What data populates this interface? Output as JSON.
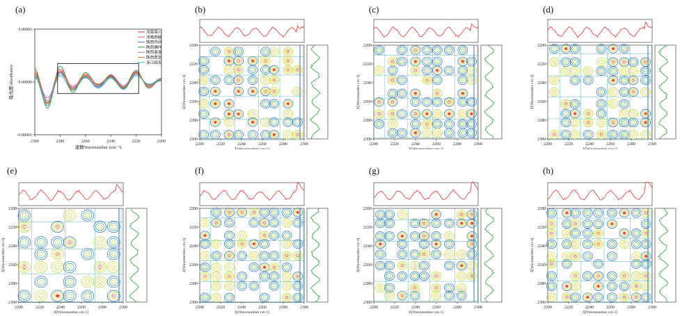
{
  "panels": [
    {
      "id": "a",
      "label": "(a)"
    },
    {
      "id": "b",
      "label": "(b)"
    },
    {
      "id": "c",
      "label": "(c)"
    },
    {
      "id": "d",
      "label": "(d)"
    },
    {
      "id": "e",
      "label": "(e)"
    },
    {
      "id": "f",
      "label": "(f)"
    },
    {
      "id": "g",
      "label": "(g)"
    },
    {
      "id": "h",
      "label": "(h)"
    }
  ],
  "chart_data": [
    {
      "type": "line",
      "panel": "a",
      "xlabel": "波数Wavenumber (cm⁻¹)",
      "ylabel": "吸光度Absorbance",
      "xlim": [
        2300,
        2200
      ],
      "ylim": [
        -1e-05,
        1e-05
      ],
      "x_ticks": [
        "2300",
        "2280",
        "2260",
        "2240",
        "2220",
        "2200"
      ],
      "y_ticks": [
        "0.00001",
        "0.00000",
        "-0.00001"
      ],
      "x": [
        2300,
        2290,
        2280,
        2270,
        2260,
        2250,
        2240,
        2230,
        2220,
        2210,
        2200
      ],
      "series": [
        {
          "name": "河南栾川",
          "color": "#c0392b",
          "values": [
            1.5e-06,
            -4e-06,
            2e-06,
            -1.5e-06,
            1.2e-06,
            -5e-07,
            1e-06,
            -1.2e-06,
            1.8e-06,
            -8e-07,
            5e-07
          ]
        },
        {
          "name": "河南西峡",
          "color": "#e74c8c",
          "values": [
            2e-06,
            -3.5e-06,
            2.5e-06,
            -1e-06,
            1.5e-06,
            -8e-07,
            1.3e-06,
            -9e-07,
            2e-06,
            -1e-06,
            4e-07
          ]
        },
        {
          "name": "陕西丹凤",
          "color": "#3a7bd5",
          "values": [
            1e-06,
            -4.5e-06,
            1.8e-06,
            -1.2e-06,
            1e-06,
            -1e-06,
            9e-07,
            -1.4e-06,
            1.5e-06,
            -5e-07,
            6e-07
          ]
        },
        {
          "name": "陕西佛坪",
          "color": "#2e9e44",
          "values": [
            2.5e-06,
            -5e-06,
            3e-06,
            -2e-06,
            1.8e-06,
            -6e-07,
            1.1e-06,
            -1e-06,
            2.2e-06,
            -1.2e-06,
            7e-07
          ]
        },
        {
          "name": "陕西商洛",
          "color": "#a569bd",
          "values": [
            1.2e-06,
            -3e-06,
            1.5e-06,
            -8e-07,
            8e-07,
            -9e-07,
            1.4e-06,
            -7e-07,
            1.6e-06,
            -6e-07,
            3e-07
          ]
        },
        {
          "name": "陕西周至",
          "color": "#e67e22",
          "values": [
            1.8e-06,
            -4.2e-06,
            2.2e-06,
            -1.3e-06,
            1.3e-06,
            -4e-07,
            1.2e-06,
            -1.1e-06,
            1.9e-06,
            -9e-07,
            5e-07
          ]
        },
        {
          "name": "浙江临安",
          "color": "#1abc9c",
          "values": [
            8e-07,
            -3.8e-06,
            1.2e-06,
            -1.6e-06,
            9e-07,
            -1.2e-06,
            7e-07,
            -1.3e-06,
            1.2e-06,
            -4e-07,
            2e-07
          ]
        }
      ]
    },
    {
      "type": "heatmap",
      "panel": "b",
      "title": "",
      "xlabel": "X[Wavenumber cm-1]",
      "ylabel": "Z[Wavenumber cm-1]",
      "xlim": [
        2200,
        2300
      ],
      "ylim": [
        2200,
        2300
      ],
      "x_ticks": [
        "2200",
        "2220",
        "2240",
        "2260",
        "2280",
        "2300"
      ],
      "y_ticks": [
        "2200",
        "2220",
        "2240",
        "2260",
        "2280",
        "2300"
      ]
    },
    {
      "type": "heatmap",
      "panel": "c",
      "title": "",
      "xlabel": "X[Wavenumber cm-1]",
      "ylabel": "Z[Wavenumber cm-1]",
      "xlim": [
        2200,
        2300
      ],
      "ylim": [
        2200,
        2300
      ],
      "x_ticks": [
        "2200",
        "2220",
        "2240",
        "2260",
        "2280",
        "2300"
      ],
      "y_ticks": [
        "2200",
        "2220",
        "2240",
        "2260",
        "2280",
        "2300"
      ]
    },
    {
      "type": "heatmap",
      "panel": "d",
      "title": "",
      "xlabel": "X[Wavenumber cm-1]",
      "ylabel": "Z[Wavenumber cm-1]",
      "xlim": [
        2200,
        2300
      ],
      "ylim": [
        2200,
        2300
      ],
      "x_ticks": [
        "2200",
        "2220",
        "2240",
        "2260",
        "2280",
        "2300"
      ],
      "y_ticks": [
        "2200",
        "2220",
        "2240",
        "2260",
        "2280",
        "2300"
      ]
    },
    {
      "type": "heatmap",
      "panel": "e",
      "title": "",
      "xlabel": "X[Wavenumber cm-1]",
      "ylabel": "Z[Wavenumber cm-1]",
      "xlim": [
        2200,
        2300
      ],
      "ylim": [
        2200,
        2300
      ],
      "x_ticks": [
        "2200",
        "2220",
        "2240",
        "2260",
        "2280",
        "2300"
      ],
      "y_ticks": [
        "2200",
        "2220",
        "2240",
        "2260",
        "2280",
        "2300"
      ]
    },
    {
      "type": "heatmap",
      "panel": "f",
      "title": "",
      "xlabel": "X[Wavenumber cm-1]",
      "ylabel": "Z[Wavenumber cm-1]",
      "xlim": [
        2200,
        2300
      ],
      "ylim": [
        2200,
        2300
      ],
      "x_ticks": [
        "2200",
        "2220",
        "2240",
        "2260",
        "2280",
        "2300"
      ],
      "y_ticks": [
        "2200",
        "2220",
        "2240",
        "2260",
        "2280",
        "2300"
      ]
    },
    {
      "type": "heatmap",
      "panel": "g",
      "title": "",
      "xlabel": "X[Wavenumber cm-1]",
      "ylabel": "Z[Wavenumber cm-1]",
      "xlim": [
        2200,
        2300
      ],
      "ylim": [
        2200,
        2300
      ],
      "x_ticks": [
        "2200",
        "2220",
        "2240",
        "2260",
        "2280",
        "2300"
      ],
      "y_ticks": [
        "2200",
        "2220",
        "2240",
        "2260",
        "2280",
        "2300"
      ]
    },
    {
      "type": "heatmap",
      "panel": "h",
      "title": "",
      "xlabel": "X[Wavenumber cm-1]",
      "ylabel": "Z[Wavenumber cm-1]",
      "xlim": [
        2200,
        2300
      ],
      "ylim": [
        2200,
        2300
      ],
      "x_ticks": [
        "2200",
        "2220",
        "2240",
        "2260",
        "2280",
        "2300"
      ],
      "y_ticks": [
        "2200",
        "2220",
        "2240",
        "2260",
        "2280",
        "2300"
      ]
    }
  ],
  "colors": {
    "spectrum_top": "#e0474c",
    "spectrum_side": "#3aa84a",
    "contour_low": "#2b6cc4",
    "contour_mid": "#b9d848",
    "contour_high": "#e23a2e",
    "grid_line": "#2aa7a0"
  }
}
